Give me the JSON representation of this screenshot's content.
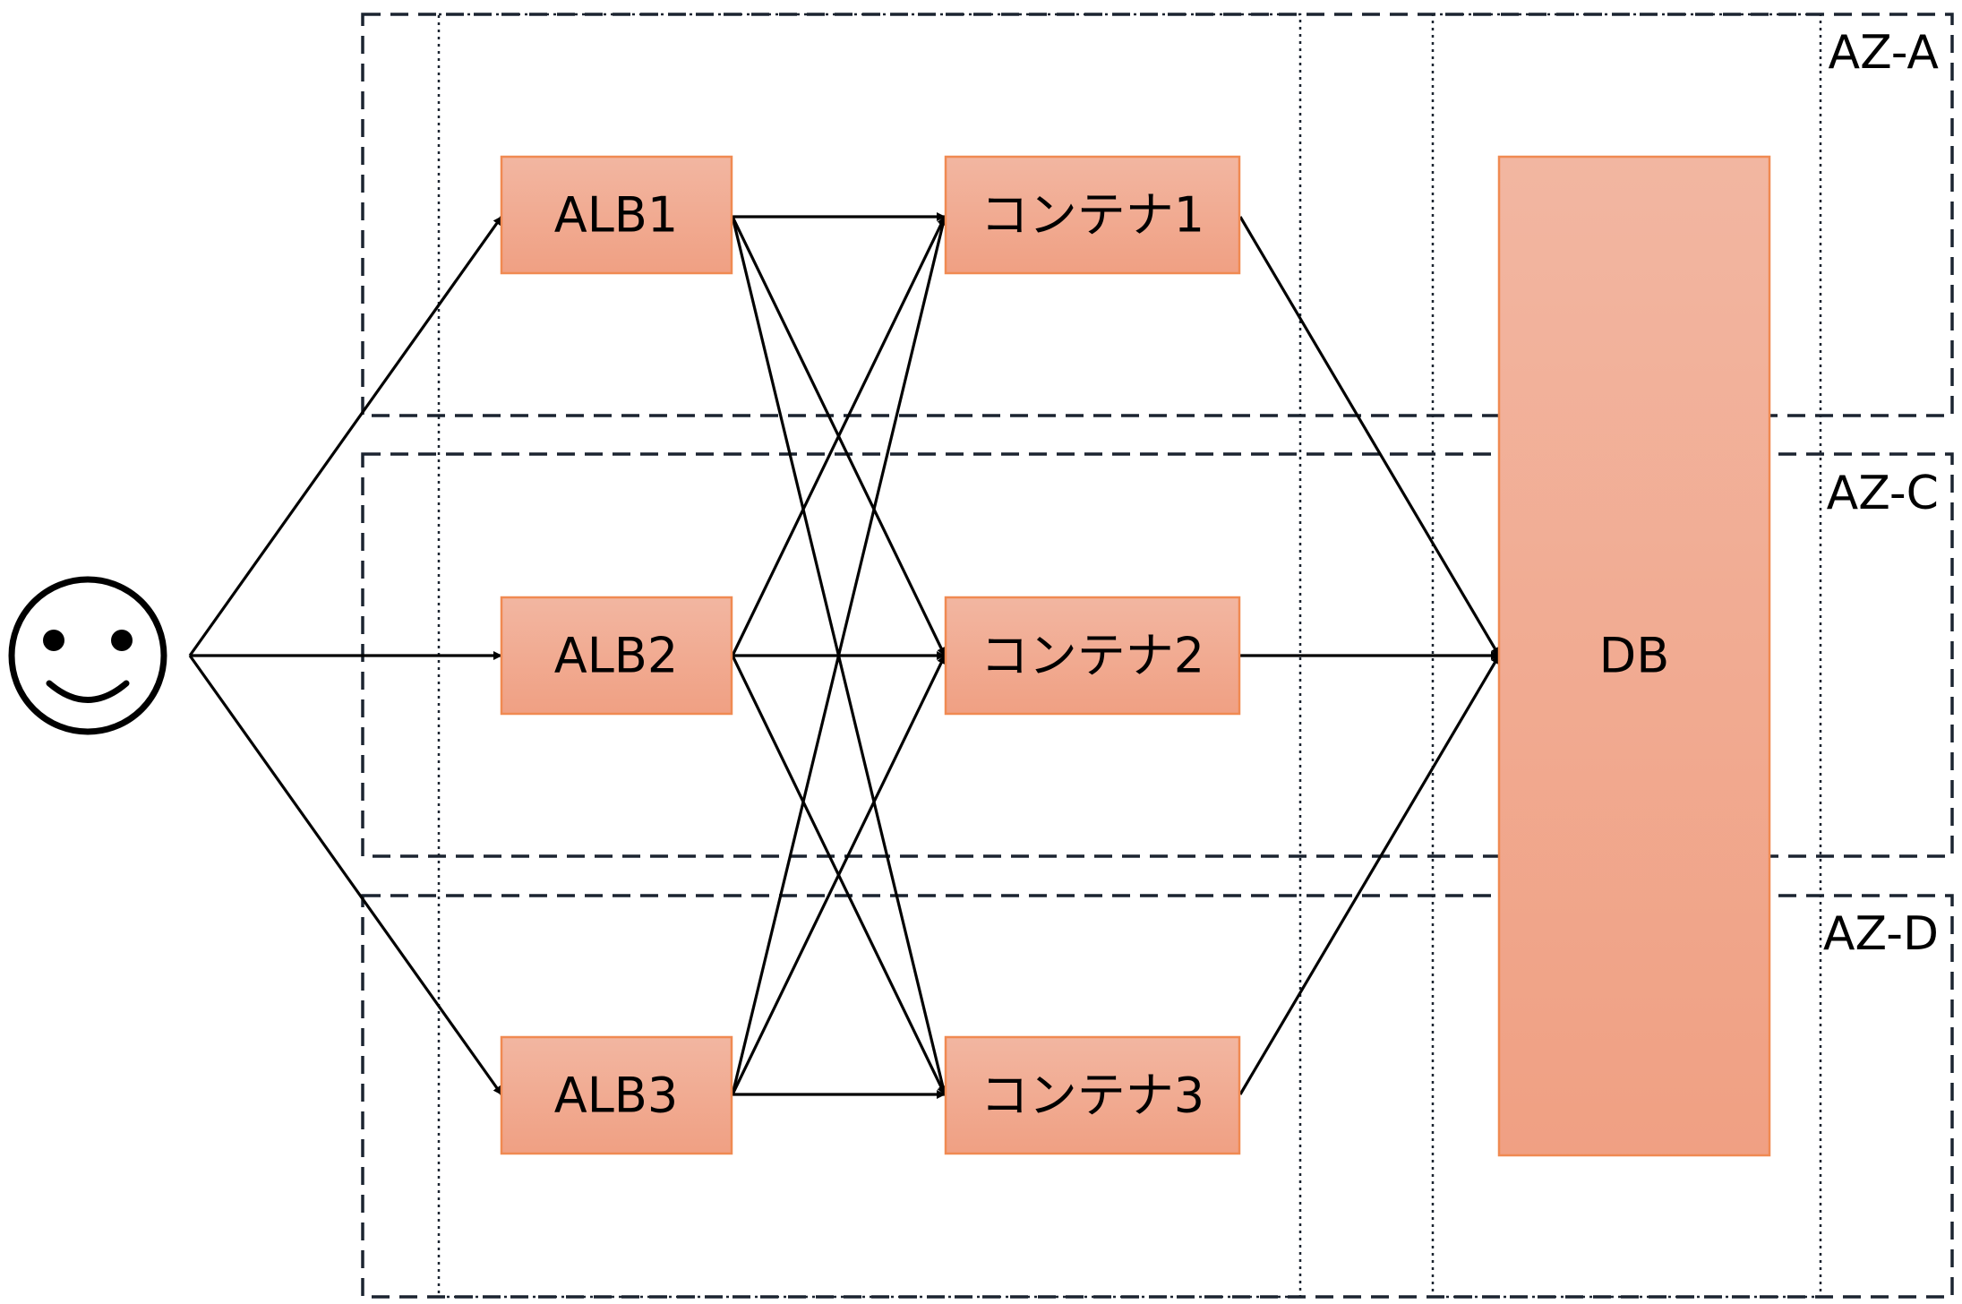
{
  "colors": {
    "node_fill_top": "#f2b6a1",
    "node_fill_bottom": "#f0a083",
    "node_stroke": "#f08a52",
    "zone_stroke": "#1b2430",
    "arrow": "#000000"
  },
  "zones": [
    {
      "label": "AZ-A"
    },
    {
      "label": "AZ-C"
    },
    {
      "label": "AZ-D"
    }
  ],
  "user": {
    "icon": "smiley-face-icon"
  },
  "albs": [
    {
      "label": "ALB1"
    },
    {
      "label": "ALB2"
    },
    {
      "label": "ALB3"
    }
  ],
  "containers": [
    {
      "label": "コンテナ1"
    },
    {
      "label": "コンテナ2"
    },
    {
      "label": "コンテナ3"
    }
  ],
  "db": {
    "label": "DB"
  }
}
